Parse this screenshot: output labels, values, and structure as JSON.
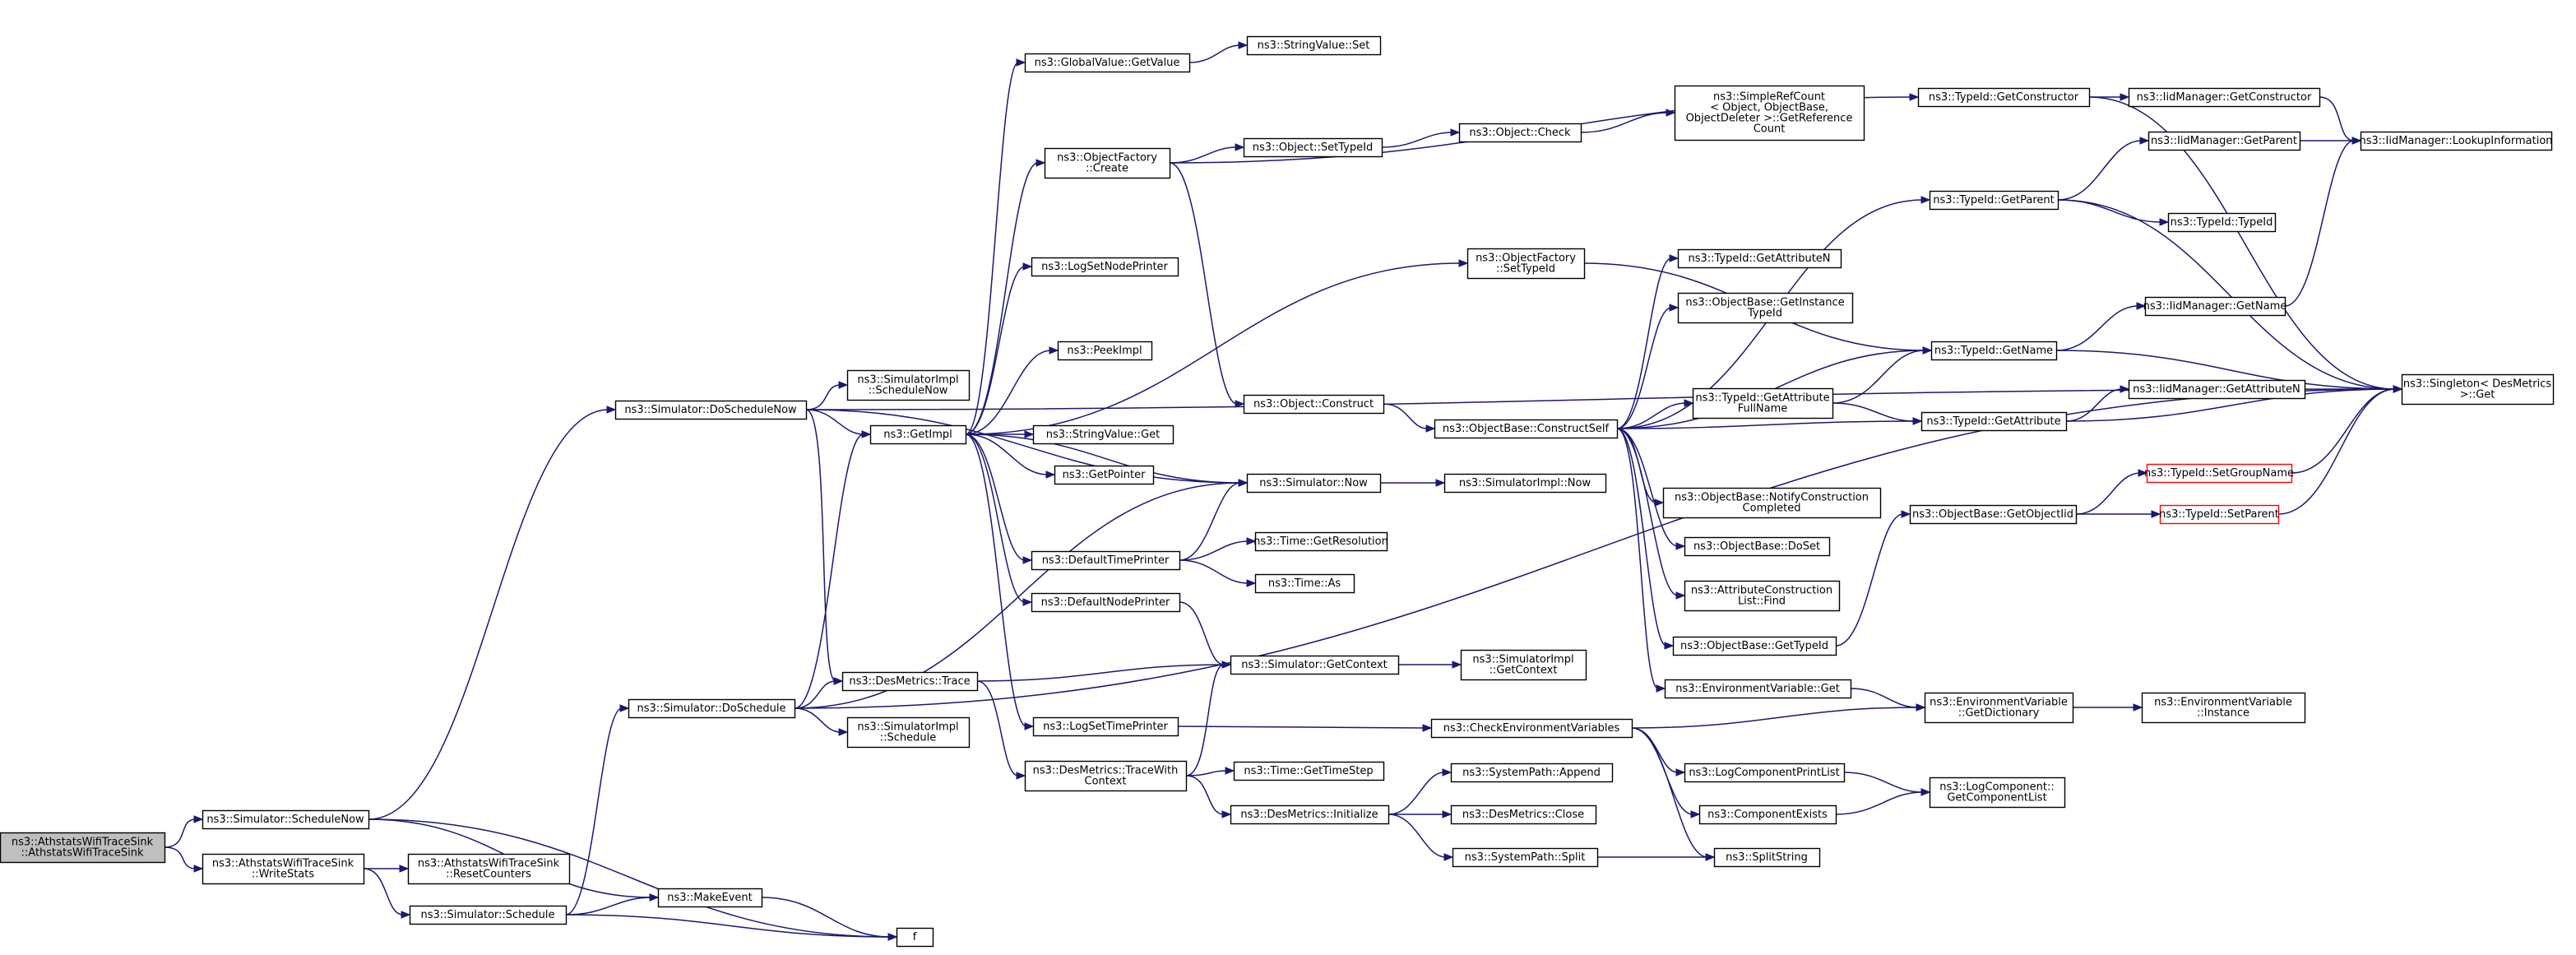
{
  "graph": {
    "kind": "call-graph",
    "edge_color": "#191970",
    "root_fill": "#bfbfbf",
    "truncated_border": "#ff0000",
    "nodes": [
      {
        "id": "root",
        "lines": [
          "ns3::AthstatsWifiTraceSink",
          "::AthstatsWifiTraceSink"
        ],
        "style": "root"
      },
      {
        "id": "schedNow",
        "lines": [
          "ns3::Simulator::ScheduleNow"
        ]
      },
      {
        "id": "writeStats",
        "lines": [
          "ns3::AthstatsWifiTraceSink",
          "::WriteStats"
        ]
      },
      {
        "id": "doSchedNow",
        "lines": [
          "ns3::Simulator::DoScheduleNow"
        ]
      },
      {
        "id": "doSched",
        "lines": [
          "ns3::Simulator::DoSchedule"
        ]
      },
      {
        "id": "makeEvent",
        "lines": [
          "ns3::MakeEvent"
        ]
      },
      {
        "id": "f",
        "lines": [
          "f"
        ]
      },
      {
        "id": "resetCounters",
        "lines": [
          "ns3::AthstatsWifiTraceSink",
          "::ResetCounters"
        ]
      },
      {
        "id": "sched",
        "lines": [
          "ns3::Simulator::Schedule"
        ]
      },
      {
        "id": "simImplSchedNow",
        "lines": [
          "ns3::SimulatorImpl",
          "::ScheduleNow"
        ]
      },
      {
        "id": "getImpl",
        "lines": [
          "ns3::GetImpl"
        ]
      },
      {
        "id": "desTrace",
        "lines": [
          "ns3::DesMetrics::Trace"
        ]
      },
      {
        "id": "simImplSched",
        "lines": [
          "ns3::SimulatorImpl",
          "::Schedule"
        ]
      },
      {
        "id": "globalGet",
        "lines": [
          "ns3::GlobalValue::GetValue"
        ]
      },
      {
        "id": "objFactCreate",
        "lines": [
          "ns3::ObjectFactory",
          "::Create"
        ]
      },
      {
        "id": "logSetNode",
        "lines": [
          "ns3::LogSetNodePrinter"
        ]
      },
      {
        "id": "peekImpl",
        "lines": [
          "ns3::PeekImpl"
        ]
      },
      {
        "id": "strValGet",
        "lines": [
          "ns3::StringValue::Get"
        ]
      },
      {
        "id": "getPointer",
        "lines": [
          "ns3::GetPointer"
        ]
      },
      {
        "id": "defTimePrinter",
        "lines": [
          "ns3::DefaultTimePrinter"
        ]
      },
      {
        "id": "defNodePrinter",
        "lines": [
          "ns3::DefaultNodePrinter"
        ]
      },
      {
        "id": "logSetTime",
        "lines": [
          "ns3::LogSetTimePrinter"
        ]
      },
      {
        "id": "traceWithCtx",
        "lines": [
          "ns3::DesMetrics::TraceWith",
          "Context"
        ]
      },
      {
        "id": "strValSet",
        "lines": [
          "ns3::StringValue::Set"
        ]
      },
      {
        "id": "objSetTypeId",
        "lines": [
          "ns3::Object::SetTypeId"
        ]
      },
      {
        "id": "objConstruct",
        "lines": [
          "ns3::Object::Construct"
        ]
      },
      {
        "id": "simNow",
        "lines": [
          "ns3::Simulator::Now"
        ]
      },
      {
        "id": "getRes",
        "lines": [
          "ns3::Time::GetResolution"
        ]
      },
      {
        "id": "timeAs",
        "lines": [
          "ns3::Time::As"
        ]
      },
      {
        "id": "simGetCtx",
        "lines": [
          "ns3::Simulator::GetContext"
        ]
      },
      {
        "id": "timeGetStep",
        "lines": [
          "ns3::Time::GetTimeStep"
        ]
      },
      {
        "id": "desInit",
        "lines": [
          "ns3::DesMetrics::Initialize"
        ]
      },
      {
        "id": "objCheck",
        "lines": [
          "ns3::Object::Check"
        ]
      },
      {
        "id": "objFactSetTypeId",
        "lines": [
          "ns3::ObjectFactory",
          "::SetTypeId"
        ]
      },
      {
        "id": "constructSelf",
        "lines": [
          "ns3::ObjectBase::ConstructSelf"
        ]
      },
      {
        "id": "simImplNow",
        "lines": [
          "ns3::SimulatorImpl::Now"
        ]
      },
      {
        "id": "simImplGetCtx",
        "lines": [
          "ns3::SimulatorImpl",
          "::GetContext"
        ]
      },
      {
        "id": "checkEnv",
        "lines": [
          "ns3::CheckEnvironmentVariables"
        ]
      },
      {
        "id": "sysAppend",
        "lines": [
          "ns3::SystemPath::Append"
        ]
      },
      {
        "id": "desClose",
        "lines": [
          "ns3::DesMetrics::Close"
        ]
      },
      {
        "id": "sysSplit",
        "lines": [
          "ns3::SystemPath::Split"
        ]
      },
      {
        "id": "simpleRef",
        "lines": [
          "ns3::SimpleRefCount",
          "< Object, ObjectBase,",
          "ObjectDeleter >::GetReference",
          "Count"
        ]
      },
      {
        "id": "getAttrN",
        "lines": [
          "ns3::TypeId::GetAttributeN"
        ]
      },
      {
        "id": "getInstTid",
        "lines": [
          "ns3::ObjectBase::GetInstance",
          "TypeId"
        ]
      },
      {
        "id": "getAttrFull",
        "lines": [
          "ns3::TypeId::GetAttribute",
          "FullName"
        ]
      },
      {
        "id": "notifyConstr",
        "lines": [
          "ns3::ObjectBase::NotifyConstruction",
          "Completed"
        ]
      },
      {
        "id": "doSet",
        "lines": [
          "ns3::ObjectBase::DoSet"
        ]
      },
      {
        "id": "attrConstrFind",
        "lines": [
          "ns3::AttributeConstruction",
          "List::Find"
        ]
      },
      {
        "id": "obGetTypeId",
        "lines": [
          "ns3::ObjectBase::GetTypeId"
        ]
      },
      {
        "id": "envGet",
        "lines": [
          "ns3::EnvironmentVariable::Get"
        ]
      },
      {
        "id": "logCompPrint",
        "lines": [
          "ns3::LogComponentPrintList"
        ]
      },
      {
        "id": "compExists",
        "lines": [
          "ns3::ComponentExists"
        ]
      },
      {
        "id": "splitString",
        "lines": [
          "ns3::SplitString"
        ]
      },
      {
        "id": "tidGetCtor",
        "lines": [
          "ns3::TypeId::GetConstructor"
        ]
      },
      {
        "id": "tidGetParent",
        "lines": [
          "ns3::TypeId::GetParent"
        ]
      },
      {
        "id": "tidGetName",
        "lines": [
          "ns3::TypeId::GetName"
        ]
      },
      {
        "id": "tidGetAttr",
        "lines": [
          "ns3::TypeId::GetAttribute"
        ]
      },
      {
        "id": "obGetObjTid",
        "lines": [
          "ns3::ObjectBase::GetObjectIid"
        ]
      },
      {
        "id": "envGetDict",
        "lines": [
          "ns3::EnvironmentVariable",
          "::GetDictionary"
        ]
      },
      {
        "id": "logCompGetList",
        "lines": [
          "ns3::LogComponent::",
          "GetComponentList"
        ]
      },
      {
        "id": "iidGetCtor",
        "lines": [
          "ns3::IidManager::GetConstructor"
        ]
      },
      {
        "id": "iidGetParent",
        "lines": [
          "ns3::IidManager::GetParent"
        ]
      },
      {
        "id": "tidTypeId",
        "lines": [
          "ns3::TypeId::TypeId"
        ]
      },
      {
        "id": "iidGetName",
        "lines": [
          "ns3::IidManager::GetName"
        ]
      },
      {
        "id": "iidGetAttrN",
        "lines": [
          "ns3::IidManager::GetAttributeN"
        ]
      },
      {
        "id": "setGroupName",
        "lines": [
          "ns3::TypeId::SetGroupName"
        ],
        "style": "red"
      },
      {
        "id": "setParent",
        "lines": [
          "ns3::TypeId::SetParent"
        ],
        "style": "red"
      },
      {
        "id": "envInstance",
        "lines": [
          "ns3::EnvironmentVariable",
          "::Instance"
        ]
      },
      {
        "id": "iidLookup",
        "lines": [
          "ns3::IidManager::LookupInformation"
        ]
      },
      {
        "id": "singletonGet",
        "lines": [
          "ns3::Singleton< DesMetrics",
          ">::Get"
        ]
      }
    ],
    "edges": [
      [
        "root",
        "schedNow"
      ],
      [
        "root",
        "writeStats"
      ],
      [
        "schedNow",
        "doSchedNow"
      ],
      [
        "schedNow",
        "makeEvent"
      ],
      [
        "schedNow",
        "f"
      ],
      [
        "writeStats",
        "resetCounters"
      ],
      [
        "writeStats",
        "sched"
      ],
      [
        "sched",
        "doSched"
      ],
      [
        "sched",
        "makeEvent"
      ],
      [
        "sched",
        "f"
      ],
      [
        "makeEvent",
        "f"
      ],
      [
        "doSchedNow",
        "simImplSchedNow"
      ],
      [
        "doSchedNow",
        "getImpl"
      ],
      [
        "doSchedNow",
        "desTrace"
      ],
      [
        "doSchedNow",
        "simNow"
      ],
      [
        "doSchedNow",
        "singletonGet"
      ],
      [
        "doSched",
        "getImpl"
      ],
      [
        "doSched",
        "desTrace"
      ],
      [
        "doSched",
        "simImplSched"
      ],
      [
        "doSched",
        "simNow"
      ],
      [
        "doSched",
        "singletonGet"
      ],
      [
        "desTrace",
        "simGetCtx"
      ],
      [
        "desTrace",
        "traceWithCtx"
      ],
      [
        "getImpl",
        "globalGet"
      ],
      [
        "getImpl",
        "objFactCreate"
      ],
      [
        "getImpl",
        "logSetNode"
      ],
      [
        "getImpl",
        "peekImpl"
      ],
      [
        "getImpl",
        "strValGet"
      ],
      [
        "getImpl",
        "getPointer"
      ],
      [
        "getImpl",
        "defTimePrinter"
      ],
      [
        "getImpl",
        "defNodePrinter"
      ],
      [
        "getImpl",
        "logSetTime"
      ],
      [
        "getImpl",
        "objFactSetTypeId"
      ],
      [
        "getImpl",
        "simNow"
      ],
      [
        "globalGet",
        "strValSet"
      ],
      [
        "objFactCreate",
        "objSetTypeId"
      ],
      [
        "objFactCreate",
        "objConstruct"
      ],
      [
        "objFactCreate",
        "tidGetCtor"
      ],
      [
        "objSetTypeId",
        "objCheck"
      ],
      [
        "objCheck",
        "simpleRef"
      ],
      [
        "objConstruct",
        "constructSelf"
      ],
      [
        "objFactSetTypeId",
        "tidGetName"
      ],
      [
        "defTimePrinter",
        "simNow"
      ],
      [
        "defTimePrinter",
        "getRes"
      ],
      [
        "defTimePrinter",
        "timeAs"
      ],
      [
        "defNodePrinter",
        "simGetCtx"
      ],
      [
        "logSetTime",
        "checkEnv"
      ],
      [
        "simNow",
        "simImplNow"
      ],
      [
        "simGetCtx",
        "simImplGetCtx"
      ],
      [
        "traceWithCtx",
        "simGetCtx"
      ],
      [
        "traceWithCtx",
        "timeGetStep"
      ],
      [
        "traceWithCtx",
        "desInit"
      ],
      [
        "desInit",
        "sysAppend"
      ],
      [
        "desInit",
        "desClose"
      ],
      [
        "desInit",
        "sysSplit"
      ],
      [
        "checkEnv",
        "envGetDict"
      ],
      [
        "checkEnv",
        "logCompPrint"
      ],
      [
        "checkEnv",
        "compExists"
      ],
      [
        "checkEnv",
        "splitString"
      ],
      [
        "sysSplit",
        "splitString"
      ],
      [
        "constructSelf",
        "tidGetParent"
      ],
      [
        "constructSelf",
        "getAttrN"
      ],
      [
        "constructSelf",
        "getInstTid"
      ],
      [
        "constructSelf",
        "tidGetName"
      ],
      [
        "constructSelf",
        "getAttrFull"
      ],
      [
        "constructSelf",
        "tidGetAttr"
      ],
      [
        "constructSelf",
        "notifyConstr"
      ],
      [
        "constructSelf",
        "doSet"
      ],
      [
        "constructSelf",
        "attrConstrFind"
      ],
      [
        "constructSelf",
        "obGetTypeId"
      ],
      [
        "constructSelf",
        "envGet"
      ],
      [
        "getAttrFull",
        "tidGetName"
      ],
      [
        "getAttrFull",
        "tidGetAttr"
      ],
      [
        "obGetTypeId",
        "obGetObjTid"
      ],
      [
        "envGet",
        "envGetDict"
      ],
      [
        "envGetDict",
        "envInstance"
      ],
      [
        "logCompPrint",
        "logCompGetList"
      ],
      [
        "compExists",
        "logCompGetList"
      ],
      [
        "tidGetCtor",
        "iidGetCtor"
      ],
      [
        "tidGetCtor",
        "singletonGet"
      ],
      [
        "tidGetParent",
        "iidGetParent"
      ],
      [
        "tidGetParent",
        "tidTypeId"
      ],
      [
        "tidGetParent",
        "singletonGet"
      ],
      [
        "tidGetName",
        "iidGetName"
      ],
      [
        "tidGetName",
        "singletonGet"
      ],
      [
        "tidGetAttr",
        "iidGetAttrN"
      ],
      [
        "tidGetAttr",
        "singletonGet"
      ],
      [
        "obGetObjTid",
        "setGroupName"
      ],
      [
        "obGetObjTid",
        "setParent"
      ],
      [
        "iidGetCtor",
        "iidLookup"
      ],
      [
        "iidGetParent",
        "iidLookup"
      ],
      [
        "iidGetName",
        "iidLookup"
      ],
      [
        "setGroupName",
        "singletonGet"
      ],
      [
        "setParent",
        "singletonGet"
      ]
    ]
  }
}
